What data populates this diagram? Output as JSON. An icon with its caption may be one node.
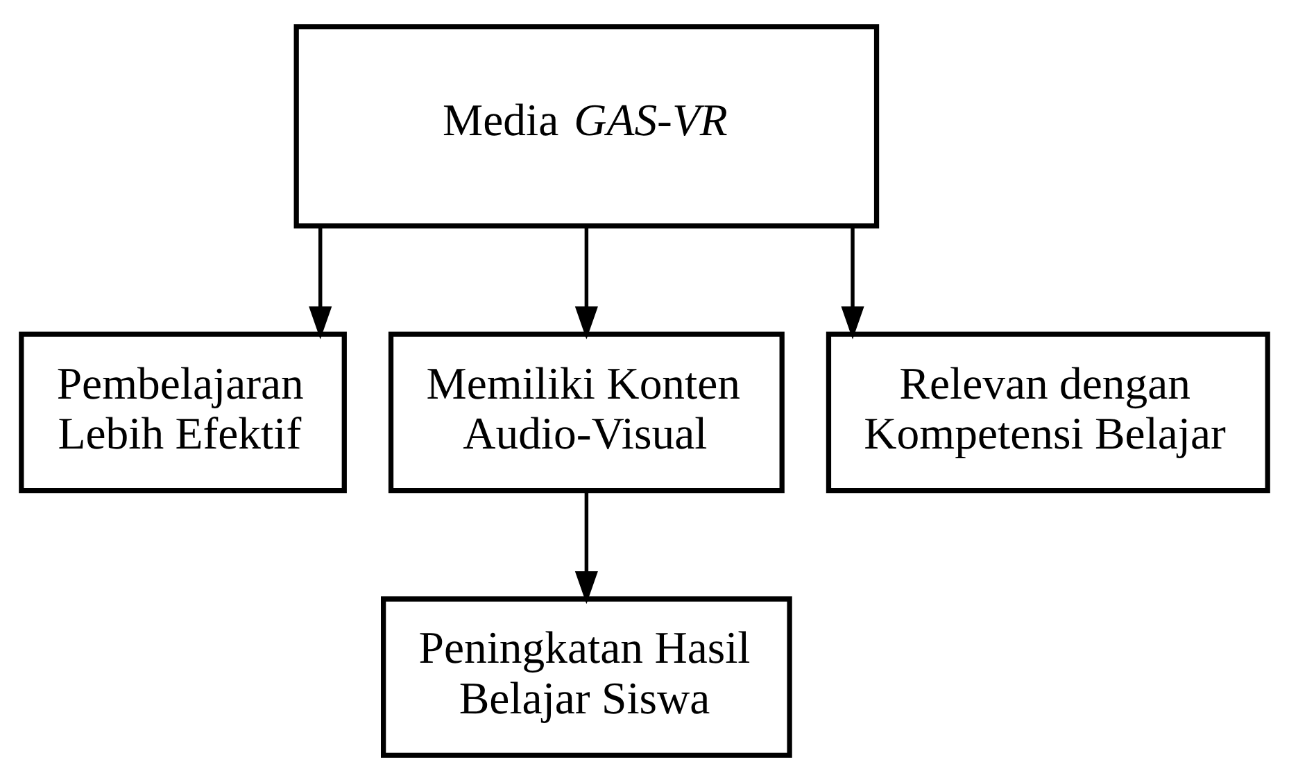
{
  "diagram": {
    "nodes": [
      {
        "text": [
          "Media *GAS-VR*"
        ]
      },
      {
        "text": [
          "Pembelajaran Lebih Efektif"
        ]
      },
      {
        "text": [
          "Memiliki Konten Audio-Visual"
        ]
      },
      {
        "text": [
          "Relevan dengan Kompetensi Belajar"
        ]
      },
      {
        "text": [
          "Peningkatan Hasil Belajar Siswa"
        ]
      }
    ],
    "edges": [
      {
        "from": 0,
        "to": 1,
        "arrow": "to"
      },
      {
        "from": 0,
        "to": 2,
        "arrow": "to"
      },
      {
        "from": 0,
        "to": 3,
        "arrow": "to"
      },
      {
        "from": 2,
        "to": 4,
        "arrow": "to"
      }
    ]
  }
}
